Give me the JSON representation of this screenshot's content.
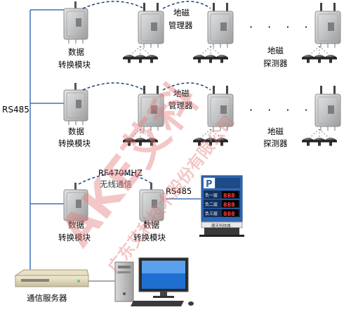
{
  "labels": {
    "rs485_bus": "RS485",
    "converter_line1": "数据",
    "converter_line2": "转换模块",
    "manager_line1": "地磁",
    "manager_line2": "管理器",
    "detector_line1": "地磁",
    "detector_line2": "探测器",
    "rf_line1": "RF470MHZ",
    "rf_line2": "无线通信",
    "rs485_display": "RS485",
    "server": "通信服务器",
    "sign_p": "P",
    "sign_company": "顺天科技城",
    "sign_rows": [
      {
        "label": "负一层",
        "value": "888"
      },
      {
        "label": "负二层",
        "value": "888"
      },
      {
        "label": "负三层",
        "value": "888"
      }
    ],
    "watermark_logo": "AKE艾科",
    "watermark_company": "广东艾科技术股份有限公司"
  },
  "colors": {
    "bus_line": "#3d74b9",
    "wireless_dash": "#1f3f7a",
    "device_body": "#c9cacb",
    "watermark": "#e47b7b",
    "sign_panel": "#2f67b3",
    "sign_digits": "#ff3b2f"
  }
}
